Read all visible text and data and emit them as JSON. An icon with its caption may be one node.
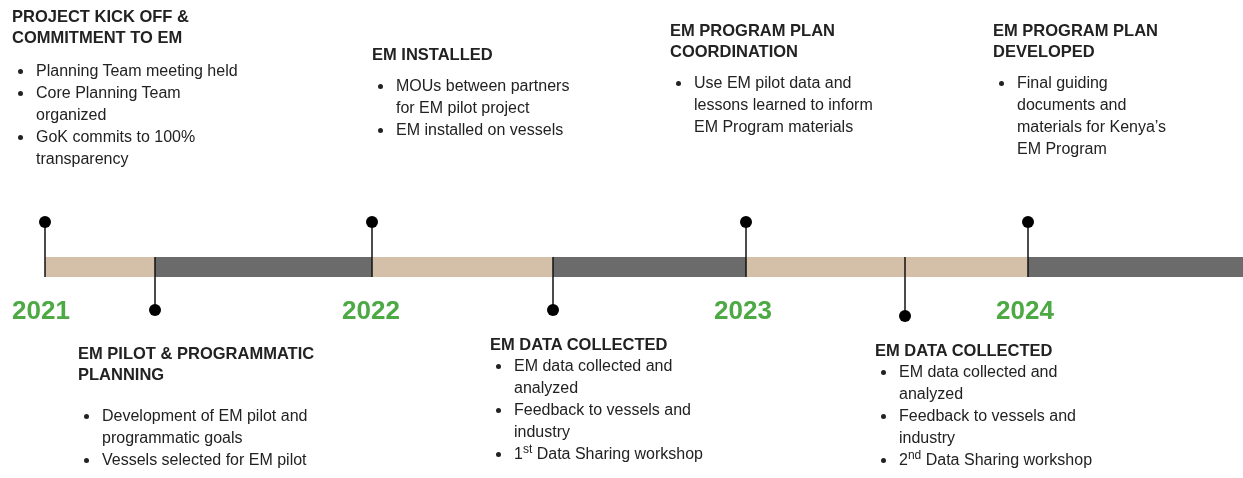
{
  "diagram": {
    "nodes": [
      {
        "text": [
          "PROJECT KICK OFF & COMMITMENT TO EM",
          "Planning Team meeting held",
          "Core Planning Team organized",
          "GoK commits to 100% transparency"
        ]
      },
      {
        "text": [
          "EM PILOT & PROGRAMMATIC PLANNING",
          "Development of EM pilot and programmatic goals",
          "Vessels selected for EM pilot"
        ]
      },
      {
        "text": [
          "EM INSTALLED",
          "MOUs between partners for EM pilot project",
          "EM installed on vessels"
        ]
      },
      {
        "text": [
          "EM DATA COLLECTED",
          "EM data collected and analyzed",
          "Feedback to vessels and industry",
          "1$^{st}$ Data Sharing workshop"
        ]
      },
      {
        "text": [
          "EM PROGRAM PLAN COORDINATION",
          "Use EM pilot data and lessons learned to inform EM Program materials"
        ]
      },
      {
        "text": [
          "EM DATA COLLECTED",
          "EM data collected and analyzed",
          "Feedback to vessels and industry",
          "2$^{nd}$ Data Sharing workshop"
        ]
      },
      {
        "text": [
          "EM PROGRAM PLAN DEVELOPED",
          "Final guiding documents and materials for Kenya’s EM Program"
        ]
      }
    ],
    "labels": [
      "2021",
      "2022",
      "2023",
      "2024"
    ]
  }
}
